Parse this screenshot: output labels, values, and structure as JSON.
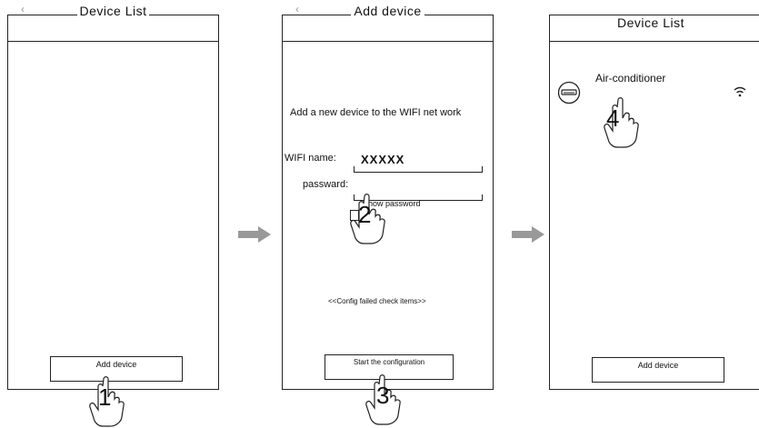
{
  "screen1": {
    "title": "Device List",
    "back_icon": "‹",
    "add_button": "Add device",
    "step": "1"
  },
  "screen2": {
    "title": "Add device",
    "back_icon": "‹",
    "prompt": "Add a new device to the WIFI net work",
    "wifi_label": "WIFI name:",
    "wifi_value": "XXXXX",
    "password_label": "passward:",
    "show_password": "Show password",
    "step_password": "2",
    "config_failed": "<<Config  failed  check  items>>",
    "start_button": "Start the configuration",
    "step_start": "3"
  },
  "screen3": {
    "title": "Device List",
    "device_name": "Air-conditioner",
    "device_icon": "air-conditioner-icon",
    "wifi_icon": "wifi-icon",
    "add_button": "Add device",
    "step": "4"
  },
  "arrows": [
    "arrow-right",
    "arrow-right"
  ]
}
